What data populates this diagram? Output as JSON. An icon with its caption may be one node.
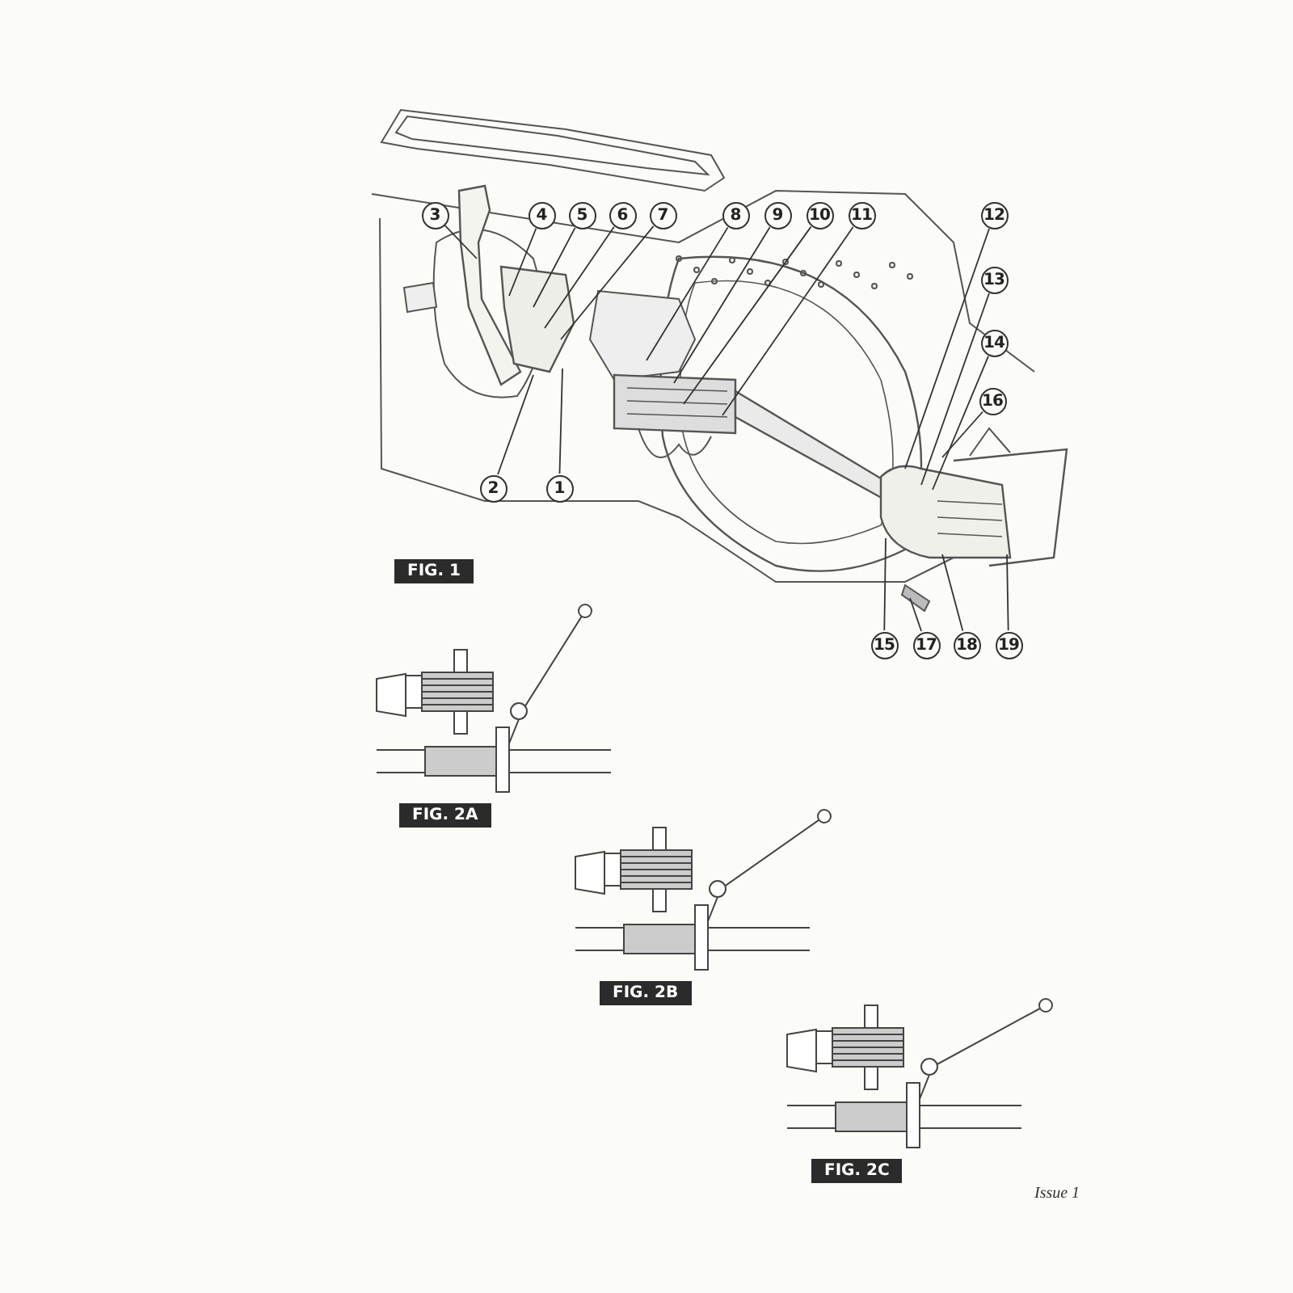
{
  "diagram": {
    "nodes": [
      {
        "text": [
          "1"
        ]
      },
      {
        "text": [
          "2"
        ]
      },
      {
        "text": [
          "3"
        ]
      },
      {
        "text": [
          "4"
        ]
      },
      {
        "text": [
          "5"
        ]
      },
      {
        "text": [
          "6"
        ]
      },
      {
        "text": [
          "7"
        ]
      },
      {
        "text": [
          "8"
        ]
      },
      {
        "text": [
          "9"
        ]
      },
      {
        "text": [
          "10"
        ]
      },
      {
        "text": [
          "11"
        ]
      },
      {
        "text": [
          "12"
        ]
      },
      {
        "text": [
          "13"
        ]
      },
      {
        "text": [
          "14"
        ]
      },
      {
        "text": [
          "15"
        ]
      },
      {
        "text": [
          "16"
        ]
      },
      {
        "text": [
          "17"
        ]
      },
      {
        "text": [
          "18"
        ]
      },
      {
        "text": [
          "19"
        ]
      }
    ],
    "edges": [
      {
        "from": 0,
        "to": null,
        "arrow": "none"
      },
      {
        "from": 1,
        "to": null,
        "arrow": "none"
      },
      {
        "from": 2,
        "to": null,
        "arrow": "none"
      },
      {
        "from": 3,
        "to": null,
        "arrow": "none"
      },
      {
        "from": 4,
        "to": null,
        "arrow": "none"
      },
      {
        "from": 5,
        "to": null,
        "arrow": "none"
      },
      {
        "from": 6,
        "to": null,
        "arrow": "none"
      },
      {
        "from": 7,
        "to": null,
        "arrow": "none"
      },
      {
        "from": 8,
        "to": null,
        "arrow": "none"
      },
      {
        "from": 9,
        "to": null,
        "arrow": "none"
      },
      {
        "from": 10,
        "to": null,
        "arrow": "none"
      },
      {
        "from": 11,
        "to": null,
        "arrow": "none"
      },
      {
        "from": 12,
        "to": null,
        "arrow": "none"
      },
      {
        "from": 13,
        "to": null,
        "arrow": "none"
      },
      {
        "from": 14,
        "to": null,
        "arrow": "none"
      },
      {
        "from": 15,
        "to": null,
        "arrow": "none"
      },
      {
        "from": 16,
        "to": null,
        "arrow": "none"
      },
      {
        "from": 17,
        "to": null,
        "arrow": "none"
      },
      {
        "from": 18,
        "to": null,
        "arrow": "none"
      }
    ],
    "labels": [
      "FIG. 1",
      "FIG. 2A",
      "FIG. 2B",
      "FIG. 2C",
      "Issue 1"
    ]
  }
}
